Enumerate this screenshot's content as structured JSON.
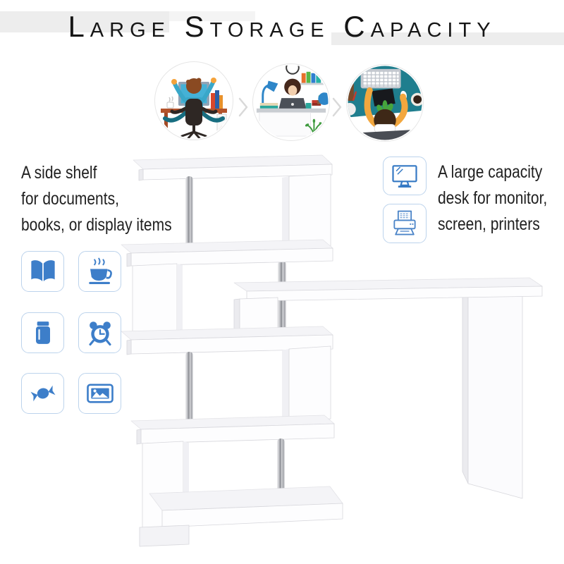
{
  "title": "Large Storage Capacity",
  "steps": [
    {
      "alt": "illustration: excited person with raised arms at a computer desk"
    },
    {
      "alt": "illustration: woman working on a laptop at an organized desk"
    },
    {
      "alt": "illustration: overhead view of a person typing at a teal desk"
    }
  ],
  "left_feature": {
    "lines": [
      "A side shelf",
      "for documents,",
      "books, or display items"
    ]
  },
  "right_feature": {
    "lines": [
      "A large capacity",
      "desk for monitor,",
      "screen, printers"
    ],
    "icons": [
      {
        "name": "monitor-icon"
      },
      {
        "name": "printer-icon"
      }
    ]
  },
  "storage_icons": [
    {
      "name": "book-icon"
    },
    {
      "name": "coffee-icon"
    },
    {
      "name": "jar-icon"
    },
    {
      "name": "alarm-clock-icon"
    },
    {
      "name": "candy-icon"
    },
    {
      "name": "picture-icon"
    }
  ],
  "product": {
    "alt": "white L-shaped rotating corner desk with five-tier S-shaped storage shelf and chrome support poles"
  },
  "colors": {
    "icon_blue": "#3d7ec9",
    "outline_blue": "#4c85c8",
    "tile_border": "#bcd3ec",
    "highlight_gray": "#ededed",
    "text": "#1f1f1f",
    "arrow_gray": "#d9d9d9",
    "chrome": "#b0b1b6",
    "teal_desk": "#1f7e8e"
  }
}
